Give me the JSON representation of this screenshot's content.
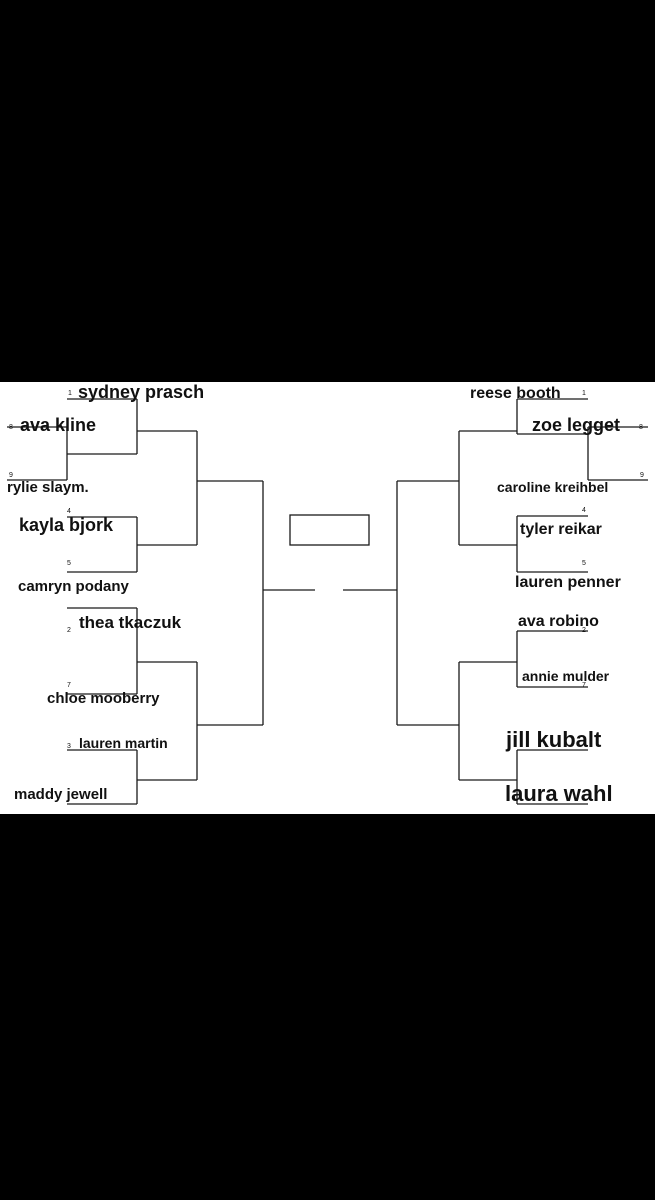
{
  "colors": {
    "background": "#000000",
    "sheet": "#ffffff",
    "line": "#1a1a1a",
    "text": "#111111"
  },
  "left_entries": [
    {
      "seed": "1",
      "name": "sydney prasch"
    },
    {
      "seed": "8",
      "name": "ava kline"
    },
    {
      "seed": "9",
      "name": "rylie slaym."
    },
    {
      "seed": "4",
      "name": "kayla bjork"
    },
    {
      "seed": "5",
      "name": "camryn podany"
    },
    {
      "seed": "2",
      "name": "thea tkaczuk"
    },
    {
      "seed": "7",
      "name": "chloe mooberry"
    },
    {
      "seed": "3",
      "name": "lauren martin"
    },
    {
      "seed": "",
      "name": "maddy jewell"
    }
  ],
  "right_entries": [
    {
      "seed": "1",
      "name": "reese booth"
    },
    {
      "seed": "8",
      "name": "zoe legget"
    },
    {
      "seed": "9",
      "name": "caroline kreihbel"
    },
    {
      "seed": "4",
      "name": "tyler reikar"
    },
    {
      "seed": "5",
      "name": "lauren penner"
    },
    {
      "seed": "2",
      "name": "ava robino"
    },
    {
      "seed": "7",
      "name": "annie mulder"
    },
    {
      "seed": "",
      "name": "jill kubalt"
    },
    {
      "seed": "",
      "name": "laura wahl"
    }
  ]
}
